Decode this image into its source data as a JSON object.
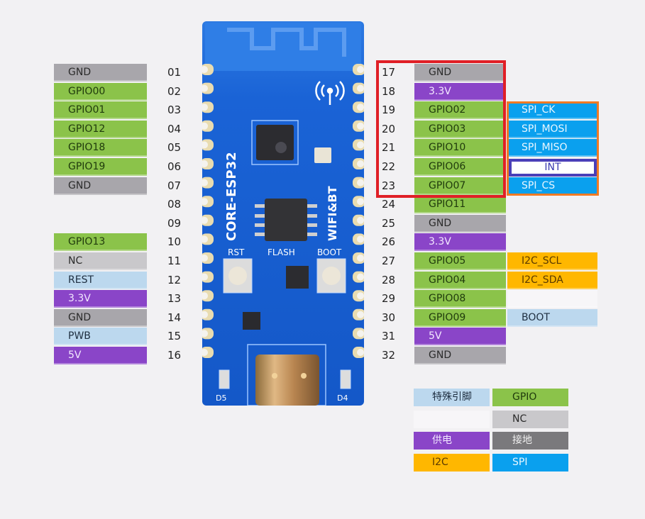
{
  "board": {
    "name": "CORE-ESP32",
    "subtitle": "WIFI&BT",
    "button_labels": [
      "RST",
      "FLASH",
      "BOOT"
    ],
    "led_labels": [
      "D5",
      "D4"
    ],
    "colors": {
      "pcb": "#1560d4",
      "pcb_dark": "#0d4fb8",
      "pad": "#e9dcb0"
    }
  },
  "left_pins": [
    {
      "num": "01",
      "label": "GND",
      "type": "gnd"
    },
    {
      "num": "02",
      "label": "GPIO00",
      "type": "gpio"
    },
    {
      "num": "03",
      "label": "GPIO01",
      "type": "gpio"
    },
    {
      "num": "04",
      "label": "GPIO12",
      "type": "gpio"
    },
    {
      "num": "05",
      "label": "GPIO18",
      "type": "gpio"
    },
    {
      "num": "06",
      "label": "GPIO19",
      "type": "gpio"
    },
    {
      "num": "07",
      "label": "GND",
      "type": "gnd"
    },
    {
      "num": "08",
      "label": "",
      "type": "blank"
    },
    {
      "num": "09",
      "label": "",
      "type": "blank"
    },
    {
      "num": "10",
      "label": "GPIO13",
      "type": "gpio"
    },
    {
      "num": "11",
      "label": "NC",
      "type": "nc"
    },
    {
      "num": "12",
      "label": "REST",
      "type": "special"
    },
    {
      "num": "13",
      "label": "3.3V",
      "type": "pwr"
    },
    {
      "num": "14",
      "label": "GND",
      "type": "gnd"
    },
    {
      "num": "15",
      "label": "PWB",
      "type": "special"
    },
    {
      "num": "16",
      "label": "5V",
      "type": "pwr"
    }
  ],
  "right_pins": [
    {
      "num": "17",
      "label": "GND",
      "type": "gnd"
    },
    {
      "num": "18",
      "label": "3.3V",
      "type": "pwr"
    },
    {
      "num": "19",
      "label": "GPIO02",
      "type": "gpio"
    },
    {
      "num": "20",
      "label": "GPIO03",
      "type": "gpio"
    },
    {
      "num": "21",
      "label": "GPIO10",
      "type": "gpio"
    },
    {
      "num": "22",
      "label": "GPIO06",
      "type": "gpio"
    },
    {
      "num": "23",
      "label": "GPIO07",
      "type": "gpio"
    },
    {
      "num": "24",
      "label": "GPIO11",
      "type": "gpio"
    },
    {
      "num": "25",
      "label": "GND",
      "type": "gnd"
    },
    {
      "num": "26",
      "label": "3.3V",
      "type": "pwr"
    },
    {
      "num": "27",
      "label": "GPIO05",
      "type": "gpio"
    },
    {
      "num": "28",
      "label": "GPIO04",
      "type": "gpio"
    },
    {
      "num": "29",
      "label": "GPIO08",
      "type": "gpio"
    },
    {
      "num": "30",
      "label": "GPIO09",
      "type": "gpio"
    },
    {
      "num": "31",
      "label": "5V",
      "type": "pwr"
    },
    {
      "num": "32",
      "label": "GND",
      "type": "gnd"
    }
  ],
  "alt_functions": [
    {
      "pin": "19",
      "label": "SPI_CK",
      "type": "spi"
    },
    {
      "pin": "20",
      "label": "SPI_MOSI",
      "type": "spi"
    },
    {
      "pin": "21",
      "label": "SPI_MISO",
      "type": "spi"
    },
    {
      "pin": "22",
      "label": "INT",
      "type": "int"
    },
    {
      "pin": "23",
      "label": "SPI_CS",
      "type": "spi"
    },
    {
      "pin": "27",
      "label": "I2C_SCL",
      "type": "i2c"
    },
    {
      "pin": "28",
      "label": "I2C_SDA",
      "type": "i2c"
    },
    {
      "pin": "29",
      "label": "",
      "type": "blank"
    },
    {
      "pin": "30",
      "label": "BOOT",
      "type": "special"
    }
  ],
  "legend": [
    {
      "label": "特殊引脚",
      "type": "special"
    },
    {
      "label": "GPIO",
      "type": "gpio"
    },
    {
      "label": "",
      "type": "blank"
    },
    {
      "label": "NC",
      "type": "nc"
    },
    {
      "label": "供电",
      "type": "pwr"
    },
    {
      "label": "接地",
      "type": "gnd2"
    },
    {
      "label": "I2C",
      "type": "i2c"
    },
    {
      "label": "SPI",
      "type": "spi"
    }
  ],
  "highlights": {
    "red_frame_pins": [
      "17",
      "23"
    ],
    "orange_frame_pins": [
      "19",
      "23"
    ],
    "red": "#e01f26",
    "orange": "#f07a23"
  }
}
